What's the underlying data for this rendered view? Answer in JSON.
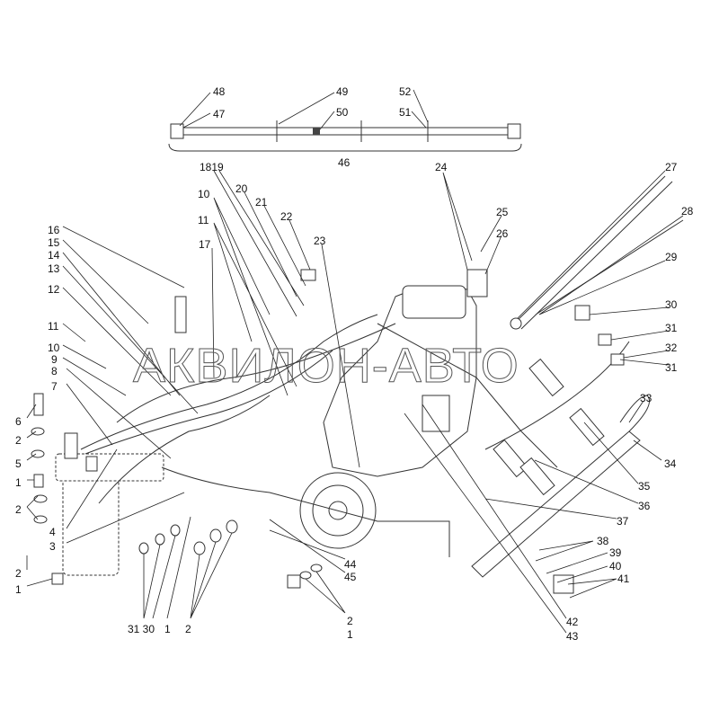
{
  "watermark": "АКВИЛОН-АВТО",
  "labels": {
    "l48": "48",
    "l47": "47",
    "l49": "49",
    "l50": "50",
    "l52": "52",
    "l51": "51",
    "l46": "46",
    "l1819": "1819",
    "l20": "20",
    "l21": "21",
    "l22": "22",
    "l23": "23",
    "l10a": "10",
    "l11a": "11",
    "l17": "17",
    "l24": "24",
    "l25": "25",
    "l26": "26",
    "l27": "27",
    "l28": "28",
    "l29": "29",
    "l30": "30",
    "l31a": "31",
    "l32": "32",
    "l31b": "31",
    "l16": "16",
    "l15": "15",
    "l14": "14",
    "l13": "13",
    "l12": "12",
    "l11b": "11",
    "l10b": "10",
    "l9": "9",
    "l8": "8",
    "l7": "7",
    "l6": "6",
    "l2a": "2",
    "l5": "5",
    "l1a": "1",
    "l2b": "2",
    "l4": "4",
    "l3": "3",
    "l2c": "2",
    "l1b": "1",
    "l3130": "31 30",
    "l1c": "1",
    "l2d": "2",
    "l2e": "2",
    "l1d": "1",
    "l44": "44",
    "l45": "45",
    "l33": "33",
    "l34": "34",
    "l35": "35",
    "l36": "36",
    "l37": "37",
    "l38": "38",
    "l39": "39",
    "l40": "40",
    "l41": "41",
    "l42": "42",
    "l43": "43"
  }
}
